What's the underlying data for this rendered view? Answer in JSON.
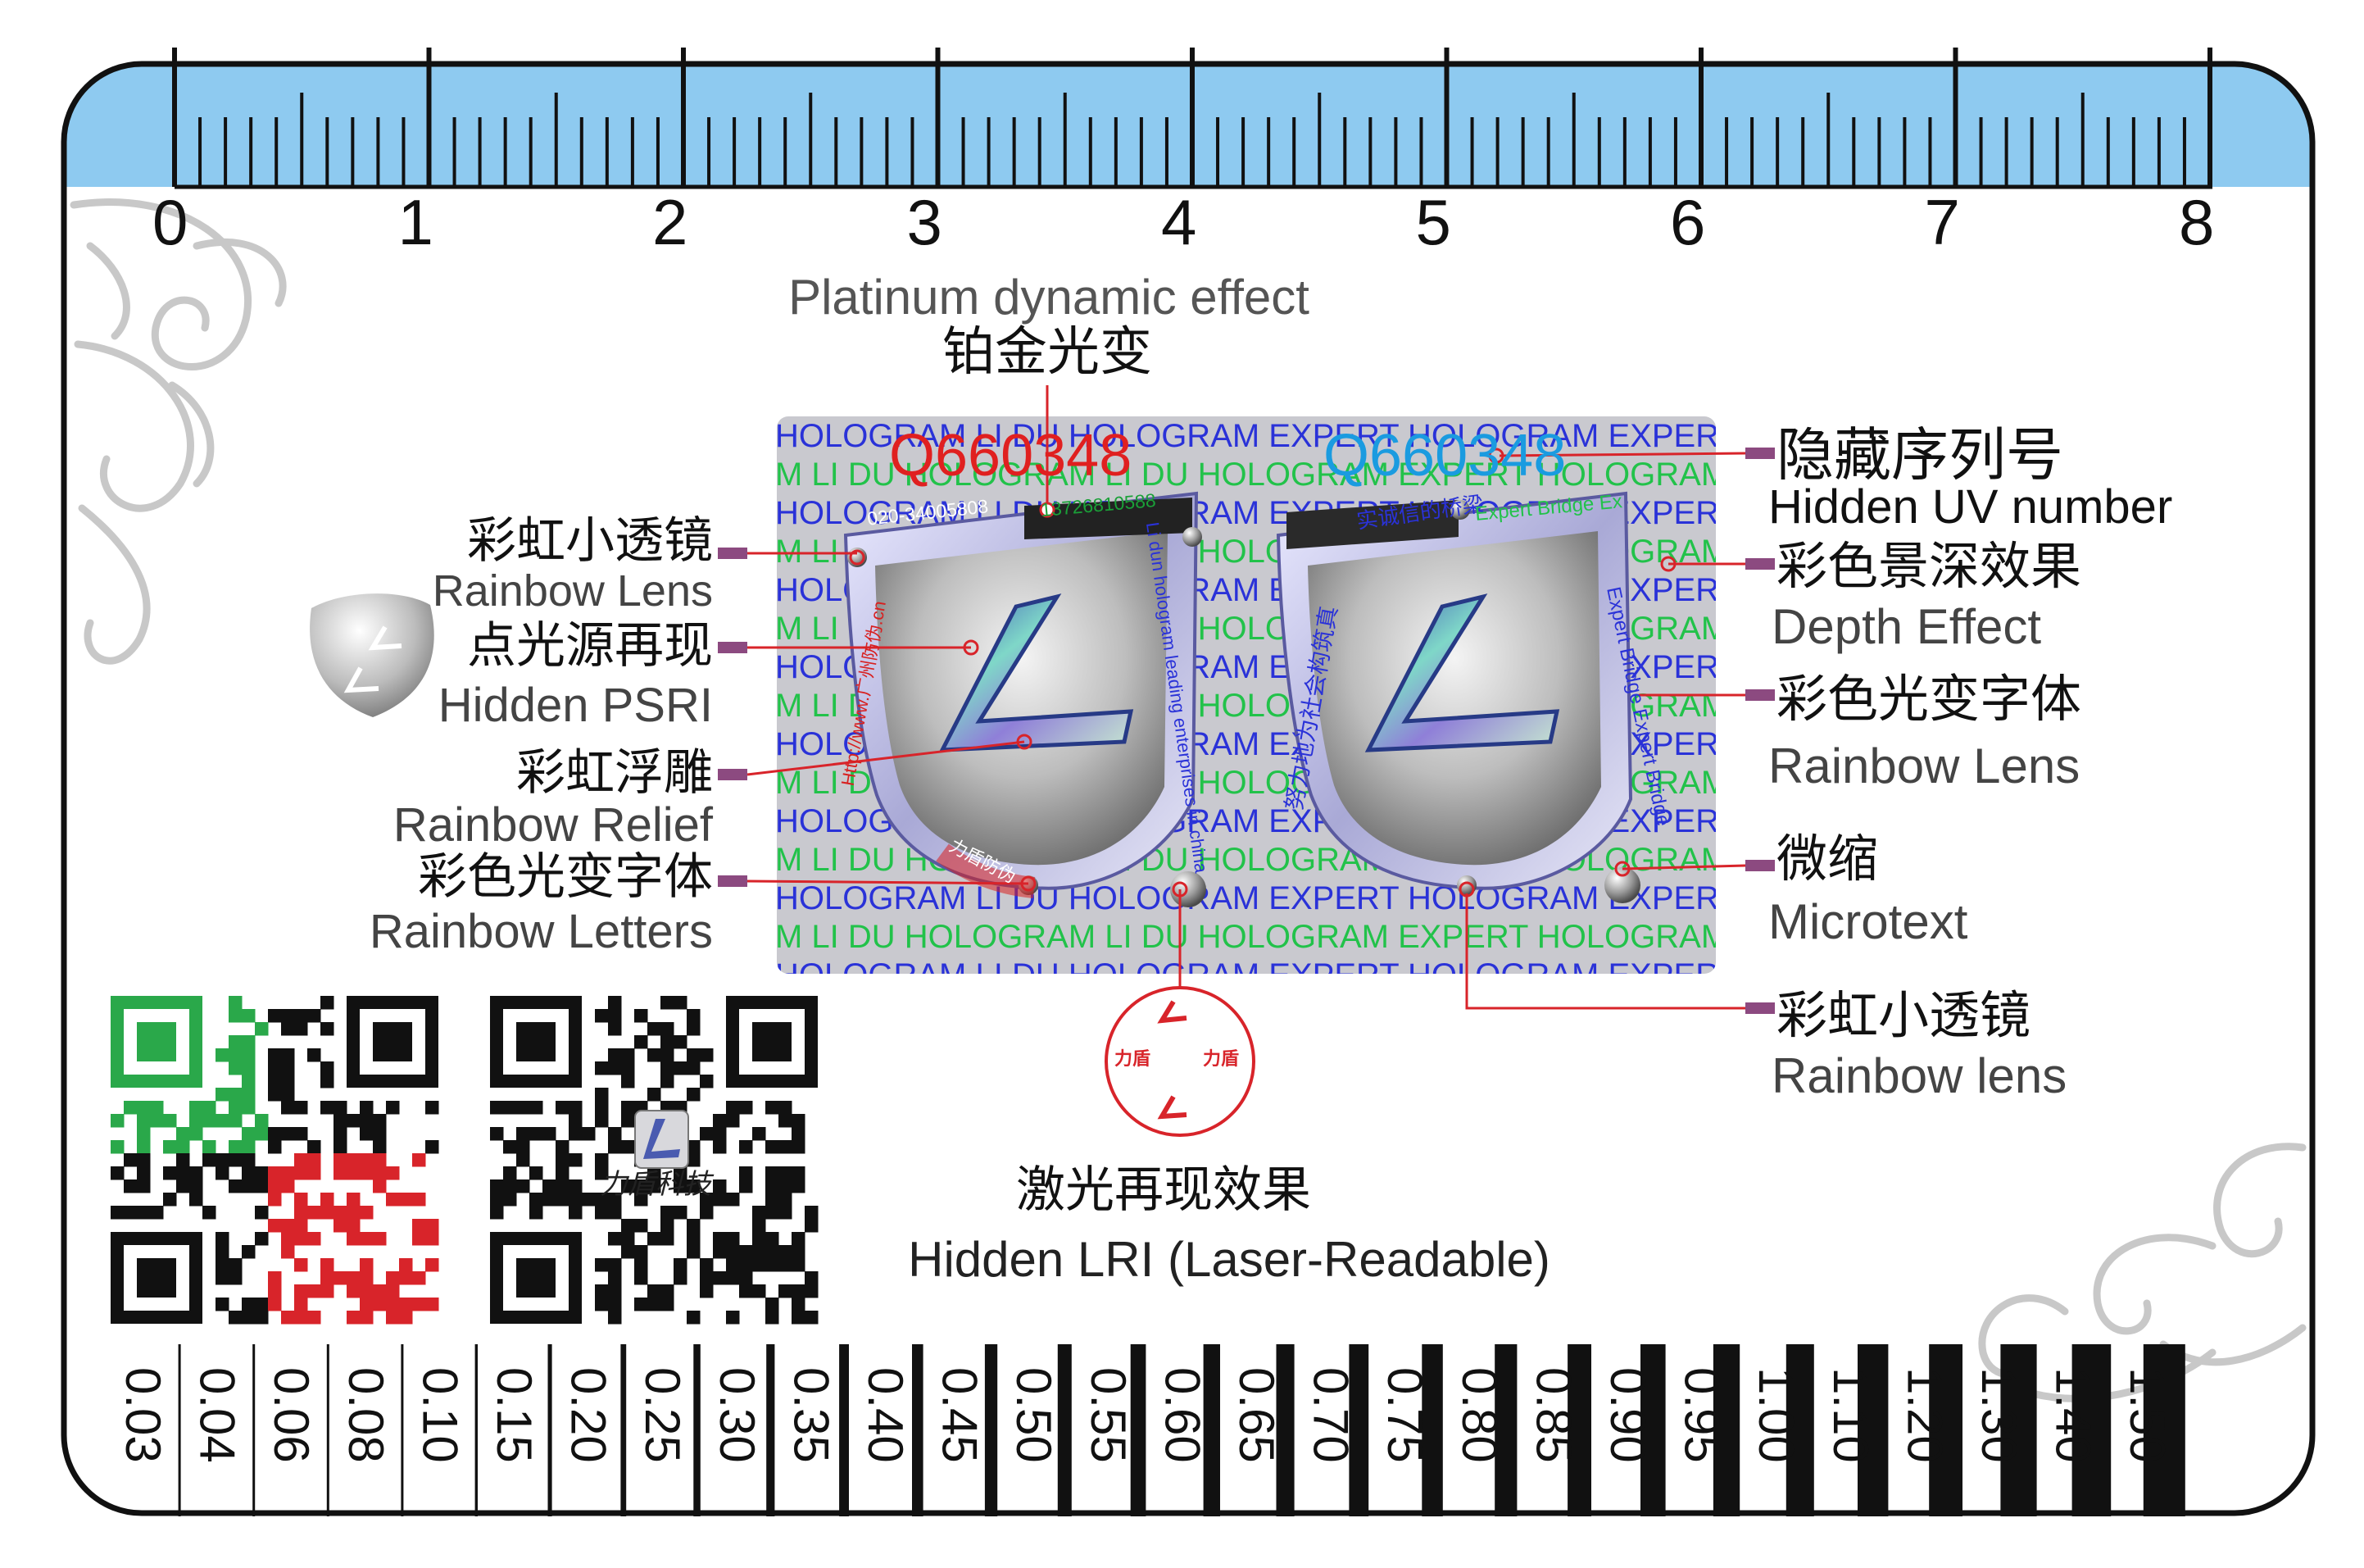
{
  "ruler": {
    "cm_labels": [
      "0",
      "1",
      "2",
      "3",
      "4",
      "5",
      "6",
      "7",
      "8"
    ],
    "thickness_labels": [
      "0.03",
      "0.04",
      "0.06",
      "0.08",
      "0.10",
      "0.15",
      "0.20",
      "0.25",
      "0.30",
      "0.35",
      "0.40",
      "0.45",
      "0.50",
      "0.55",
      "0.60",
      "0.65",
      "0.70",
      "0.75",
      "0.80",
      "0.85",
      "0.90",
      "0.95",
      "1.00",
      "1.10",
      "1.20",
      "1.30",
      "1.40",
      "1.50"
    ],
    "thickness_values": [
      0.03,
      0.04,
      0.06,
      0.08,
      0.1,
      0.15,
      0.2,
      0.25,
      0.3,
      0.35,
      0.4,
      0.45,
      0.5,
      0.55,
      0.6,
      0.65,
      0.7,
      0.75,
      0.8,
      0.85,
      0.9,
      0.95,
      1.0,
      1.1,
      1.2,
      1.3,
      1.4,
      1.5
    ]
  },
  "labels": {
    "platinum_en": "Platinum dynamic effect",
    "platinum_cn": "铂金光变",
    "lens_left_cn": "彩虹小透镜",
    "lens_left_en": "Rainbow Lens",
    "psri_cn": "点光源再现",
    "psri_en": "Hidden PSRI",
    "relief_cn": "彩虹浮雕",
    "relief_en": "Rainbow Relief",
    "letters_left_cn": "彩色光变字体",
    "letters_left_en": "Rainbow Letters",
    "uv_cn": "隐藏序列号",
    "uv_en": "Hidden UV number",
    "depth_cn": "彩色景深效果",
    "depth_en": "Depth Effect",
    "letters_right_cn": "彩色光变字体",
    "letters_right_en": "Rainbow Lens",
    "micro_cn": "微缩",
    "micro_en": "Microtext",
    "lens_bottom_cn": "彩虹小透镜",
    "lens_bottom_en": "Rainbow lens",
    "lri_cn": "激光再现效果",
    "lri_en": "Hidden LRI (Laser-Readable)"
  },
  "hologram": {
    "serial_left": "Q660348",
    "serial_right": "Q660348",
    "bg_line_a": "HOLOGRAM LI DU HOLOGRAM EXPERT HOLOGRAM EXPERT HOLOGRAM",
    "bg_line_b": "M LI DU HOLOGRAM LI DU HOLOGRAM EXPERT HOLOGRAM EXPERT",
    "shield_left_rim_top_a": "020-34005808",
    "shield_left_rim_top_b": "13726810588",
    "shield_left_rim_left": "Http://www.广州防伪.cn",
    "shield_left_rim_right": "Li dun hologram leading enterprises in china",
    "shield_left_rim_bottom": "力盾防伪",
    "shield_right_rim_top": "实诚信的桥梁",
    "shield_right_rim_left": "努力地为社会构筑真",
    "shield_right_rim_right": "Expert Bridge Expert Bridge",
    "shield_right_rim_green": "Expert Bridge Ex"
  },
  "lri_disc": {
    "text_left": "力盾",
    "text_right": "力盾"
  },
  "qr": {
    "logo_text": "力盾科技"
  },
  "colors": {
    "ruler_blue": "#8ecaf0",
    "serial_red": "#e02020",
    "serial_blue": "#1a9be0",
    "holo_blue": "#2a32d8",
    "holo_green": "#22c24a",
    "leader_red": "#d8242a",
    "marker_purple": "#8c4a80",
    "qr_green": "#2aa84a",
    "qr_red": "#d8242a"
  }
}
